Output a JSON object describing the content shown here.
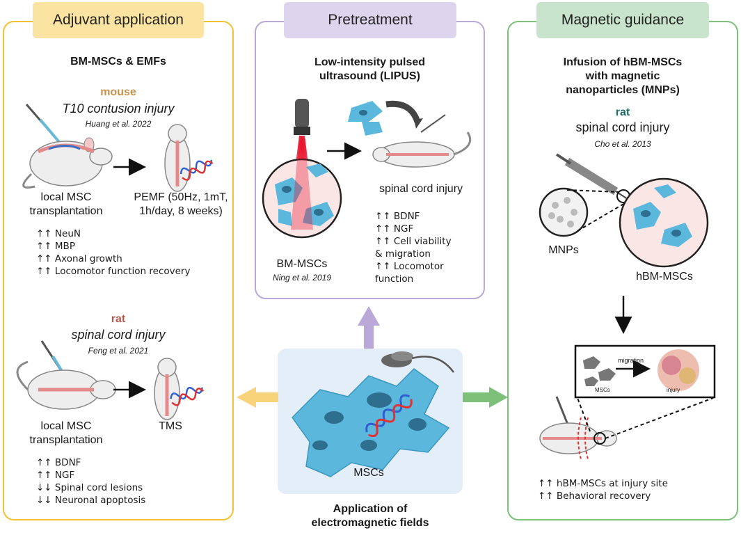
{
  "panels": {
    "adjuvant": {
      "header": "Adjuvant application",
      "subtitle": "BM-MSCs & EMFs",
      "mouse_study": {
        "species": "mouse",
        "injury": "T10 contusion injury",
        "citation": "Huang et al. 2022",
        "left_label": [
          "local MSC",
          "transplantation"
        ],
        "right_label": [
          "PEMF (50Hz, 1mT,",
          "1h/day, 8 weeks)"
        ],
        "effects": [
          "↑↑ NeuN",
          "↑↑ MBP",
          "↑↑ Axonal growth",
          "↑↑ Locomotor function recovery"
        ]
      },
      "rat_study": {
        "species": "rat",
        "injury": "spinal cord injury",
        "citation": "Feng et al. 2021",
        "left_label": [
          "local MSC",
          "transplantation"
        ],
        "right_label": "TMS",
        "effects": [
          "↑↑ BDNF",
          "↑↑ NGF",
          "↓↓ Spinal cord lesions",
          "↓↓ Neuronal apoptosis"
        ]
      }
    },
    "pretreatment": {
      "header": "Pretreatment",
      "subtitle": [
        "Low-intensity pulsed",
        "ultrasound (LIPUS)"
      ],
      "cell_label": "BM-MSCs",
      "citation": "Ning et al. 2019",
      "injury_label": "spinal cord injury",
      "effects": [
        "↑↑ BDNF",
        "↑↑ NGF",
        "↑↑ Cell viability",
        "& migration",
        "↑↑ Locomotor",
        "function"
      ]
    },
    "magnetic": {
      "header": "Magnetic guidance",
      "subtitle": [
        "Infusion of hBM-MSCs",
        "with magnetic",
        "nanoparticles (MNPs)"
      ],
      "species": "rat",
      "injury": "spinal cord injury",
      "citation": "Cho et al. 2013",
      "mnps_label": "MNPs",
      "cells_label": "hBM-MSCs",
      "inset_migration": "migration",
      "inset_mscs": "MSCs",
      "inset_injury": "injury",
      "effects": [
        "↑↑ hBM-MSCs at injury site",
        "↑↑ Behavioral recovery"
      ]
    },
    "center": {
      "cells_label": "MSCs",
      "caption": [
        "Application of",
        "electromagnetic fields"
      ]
    }
  },
  "colors": {
    "adjuvant_border": "#f2c232",
    "adjuvant_header": "#fbe3a1",
    "pretreatment_border": "#b9a8d8",
    "pretreatment_header": "#ddd5ee",
    "magnetic_border": "#7cc07a",
    "magnetic_header": "#c9e4cc",
    "mouse_species": "#c9924a",
    "rat_species_left": "#b5584a",
    "rat_species_right": "#1f6e6a",
    "cell_blue": "#5bb7dc",
    "nucleus": "#2e6f8f",
    "center_bg": "#e4eef8"
  }
}
